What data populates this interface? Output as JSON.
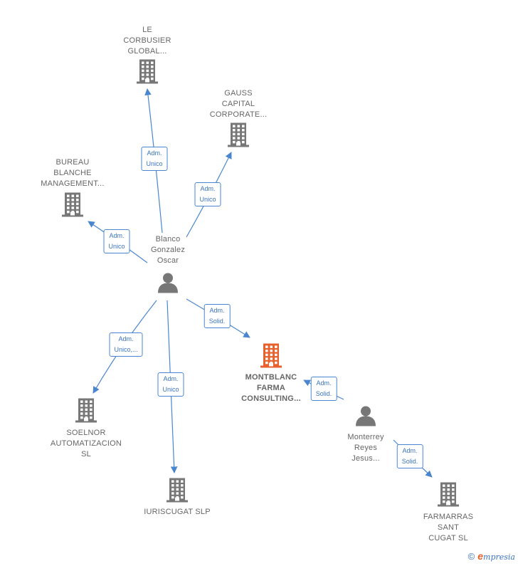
{
  "colors": {
    "edge": "#4a86cf",
    "company": "#777777",
    "focus_company": "#e8612c",
    "person": "#777777"
  },
  "nodes": [
    {
      "id": "le-corbusier",
      "kind": "company",
      "label": "LE\nCORBUSIER\nGLOBAL..."
    },
    {
      "id": "gauss",
      "kind": "company",
      "label": "GAUSS\nCAPITAL\nCORPORATE..."
    },
    {
      "id": "bureau",
      "kind": "company",
      "label": "BUREAU\nBLANCHE\nMANAGEMENT..."
    },
    {
      "id": "blanco",
      "kind": "person",
      "label": "Blanco\nGonzalez\nOscar"
    },
    {
      "id": "montblanc",
      "kind": "focus",
      "label": "MONTBLANC\nFARMA\nCONSULTING..."
    },
    {
      "id": "soelnor",
      "kind": "company",
      "label": "SOELNOR\nAUTOMATIZACION\nSL"
    },
    {
      "id": "iuriscugat",
      "kind": "company",
      "label": "IURISCUGAT SLP"
    },
    {
      "id": "monterrey",
      "kind": "person",
      "label": "Monterrey\nReyes\nJesus..."
    },
    {
      "id": "farmarras",
      "kind": "company",
      "label": "FARMARRAS\nSANT\nCUGAT  SL"
    }
  ],
  "edges": [
    {
      "from": "blanco",
      "to": "le-corbusier",
      "label": "Adm.\nUnico"
    },
    {
      "from": "blanco",
      "to": "gauss",
      "label": "Adm.\nUnico"
    },
    {
      "from": "blanco",
      "to": "bureau",
      "label": "Adm.\nUnico"
    },
    {
      "from": "blanco",
      "to": "montblanc",
      "label": "Adm.\nSolid."
    },
    {
      "from": "blanco",
      "to": "soelnor",
      "label": "Adm.\nUnico,..."
    },
    {
      "from": "blanco",
      "to": "iuriscugat",
      "label": "Adm.\nUnico"
    },
    {
      "from": "monterrey",
      "to": "montblanc",
      "label": "Adm.\nSolid."
    },
    {
      "from": "monterrey",
      "to": "farmarras",
      "label": "Adm.\nSolid."
    }
  ],
  "footer": {
    "copyright": "©",
    "brand_initial": "e",
    "brand_rest": "mpresia"
  }
}
